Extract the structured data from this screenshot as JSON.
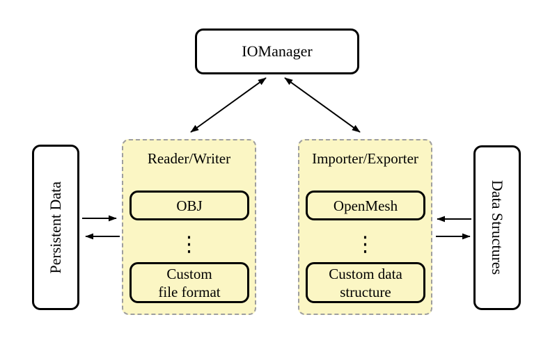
{
  "nodes": {
    "io_manager": "IOManager",
    "persistent_data": "Persistent Data",
    "data_structures": "Data Structures"
  },
  "groups": {
    "reader_writer": {
      "title": "Reader/Writer",
      "top_box": "OBJ",
      "dots": "⋮",
      "bottom_box_lines": [
        "Custom",
        "file format"
      ]
    },
    "importer_exporter": {
      "title": "Importer/Exporter",
      "top_box": "OpenMesh",
      "dots": "⋮",
      "bottom_box_lines": [
        "Custom data",
        "structure"
      ]
    }
  },
  "arrows": [
    {
      "from": "IOManager",
      "to": "Reader/Writer",
      "bidirectional": true
    },
    {
      "from": "IOManager",
      "to": "Importer/Exporter",
      "bidirectional": true
    },
    {
      "from": "Persistent Data",
      "to": "Reader/Writer",
      "bidirectional": false
    },
    {
      "from": "Reader/Writer",
      "to": "Persistent Data",
      "bidirectional": false
    },
    {
      "from": "Data Structures",
      "to": "Importer/Exporter",
      "bidirectional": false
    },
    {
      "from": "Importer/Exporter",
      "to": "Data Structures",
      "bidirectional": false
    }
  ],
  "colors": {
    "background": "#FFFFFF",
    "node_fill": "#FFFFFF",
    "node_border": "#000000",
    "group_fill": "#FBF6C4",
    "group_border": "#9E9E9E",
    "arrow": "#000000"
  }
}
